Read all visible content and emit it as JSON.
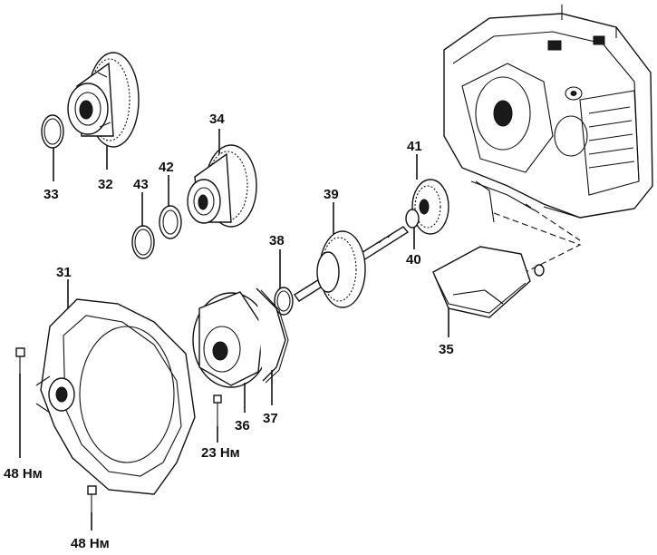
{
  "callouts": {
    "c31": "31",
    "c32": "32",
    "c33": "33",
    "c34": "34",
    "c35": "35",
    "c36": "36",
    "c37": "37",
    "c38": "38",
    "c39": "39",
    "c40": "40",
    "c41": "41",
    "c42": "42",
    "c43": "43",
    "torque_23": "23 Нм",
    "torque_48_left": "48 Нм",
    "torque_48_bottom": "48 Нм"
  },
  "icons": {
    "differential": "differential-gear-icon",
    "gearbox_case": "transmission-case-icon",
    "housing": "clutch-housing-icon"
  }
}
